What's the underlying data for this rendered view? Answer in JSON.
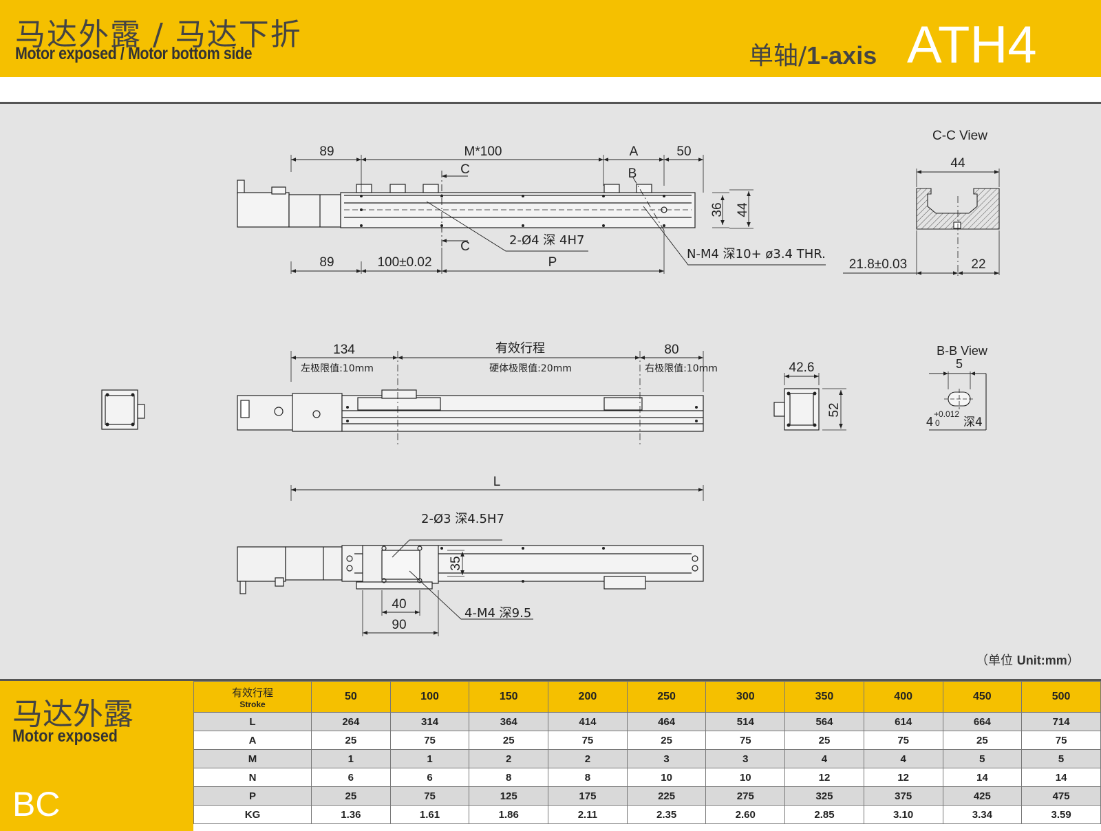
{
  "header": {
    "title_cn": "马达外露 / 马达下折",
    "title_en": "Motor exposed / Motor bottom side",
    "axis_cn": "单轴/",
    "axis_en": "1-axis",
    "model": "ATH4"
  },
  "colors": {
    "brand_yellow": "#f5c000",
    "line": "#222222",
    "background": "#e4e4e4"
  },
  "drawing": {
    "top_view": {
      "dim_89": "89",
      "dim_m100": "M*100",
      "dim_a": "A",
      "dim_50": "50",
      "label_c1": "C",
      "label_c2": "C",
      "label_b": "B",
      "dim_36": "36",
      "dim_44": "44",
      "callout_holes": "2-Ø4 深 4H7",
      "callout_thread": "N-M4 深10+ ø3.4 THR.",
      "dim_89b": "89",
      "dim_100": "100±0.02",
      "dim_p": "P"
    },
    "cc_view": {
      "title": "C-C View",
      "dim_44": "44",
      "dim_218": "21.8±0.03",
      "dim_22": "22"
    },
    "side_view": {
      "dim_134": "134",
      "dim_stroke": "有效行程",
      "dim_80": "80",
      "left_limit": "左极限值:10mm",
      "hard_limit": "硬体极限值:20mm",
      "right_limit": "右极限值:10mm"
    },
    "end_view": {
      "dim_426": "42.6",
      "dim_52": "52"
    },
    "bb_view": {
      "title": "B-B View",
      "dim_5": "5",
      "dim_4": "4",
      "tol_upper": "+0.012",
      "tol_lower": "0",
      "depth": "深4"
    },
    "bottom_view": {
      "dim_l": "L",
      "callout_holes": "2-Ø3 深4.5H7",
      "dim_35": "35",
      "callout_thread": "4-M4 深9.5",
      "dim_40": "40",
      "dim_90": "90"
    },
    "unit_note_cn": "（单位 ",
    "unit_note_en": "Unit:mm",
    "unit_note_close": "）"
  },
  "spec_panel": {
    "title_cn": "马达外露",
    "title_en": "Motor exposed",
    "code": "BC"
  },
  "spec_table": {
    "stroke_cn": "有效行程",
    "stroke_en": "Stroke",
    "strokes": [
      "50",
      "100",
      "150",
      "200",
      "250",
      "300",
      "350",
      "400",
      "450",
      "500"
    ],
    "rows": [
      {
        "label": "L",
        "values": [
          "264",
          "314",
          "364",
          "414",
          "464",
          "514",
          "564",
          "614",
          "664",
          "714"
        ]
      },
      {
        "label": "A",
        "values": [
          "25",
          "75",
          "25",
          "75",
          "25",
          "75",
          "25",
          "75",
          "25",
          "75"
        ]
      },
      {
        "label": "M",
        "values": [
          "1",
          "1",
          "2",
          "2",
          "3",
          "3",
          "4",
          "4",
          "5",
          "5"
        ]
      },
      {
        "label": "N",
        "values": [
          "6",
          "6",
          "8",
          "8",
          "10",
          "10",
          "12",
          "12",
          "14",
          "14"
        ]
      },
      {
        "label": "P",
        "values": [
          "25",
          "75",
          "125",
          "175",
          "225",
          "275",
          "325",
          "375",
          "425",
          "475"
        ]
      },
      {
        "label": "KG",
        "values": [
          "1.36",
          "1.61",
          "1.86",
          "2.11",
          "2.35",
          "2.60",
          "2.85",
          "3.10",
          "3.34",
          "3.59"
        ]
      }
    ]
  }
}
